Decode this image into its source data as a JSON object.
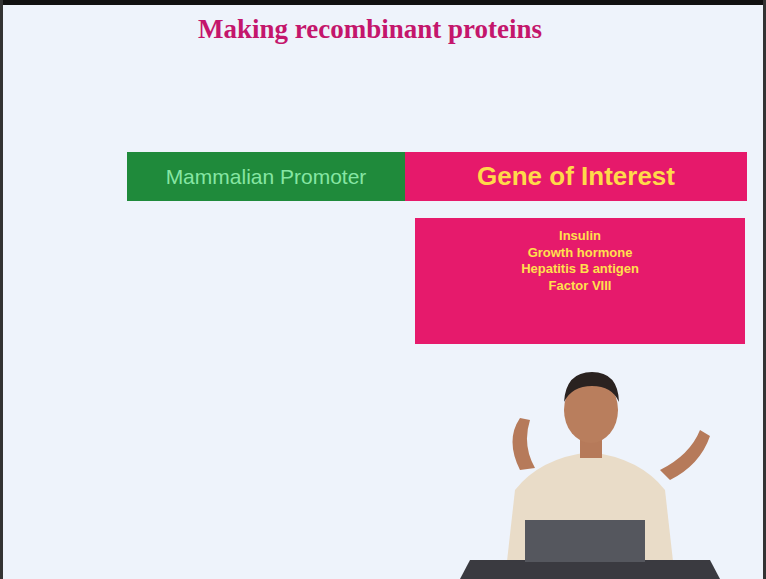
{
  "diagram": {
    "title": "Making recombinant proteins",
    "nodes": [
      {
        "text": [
          "Mammalian Promoter"
        ]
      },
      {
        "text": [
          "Gene of Interest"
        ]
      },
      {
        "text": [
          "Insulin",
          "Growth hormone",
          "Hepatitis B antigen",
          "Factor VIII"
        ]
      }
    ]
  }
}
